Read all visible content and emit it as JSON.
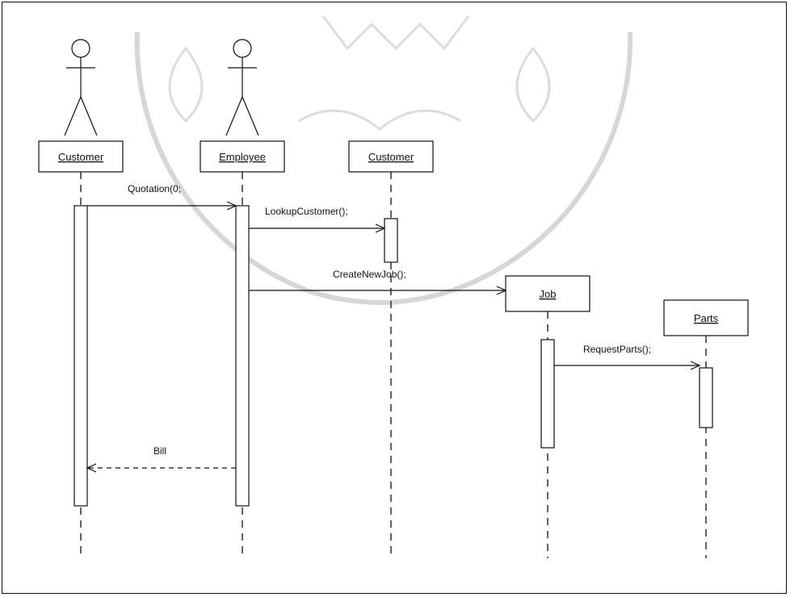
{
  "actors": [
    {
      "id": "customer-actor",
      "label": "Customer"
    },
    {
      "id": "employee-actor",
      "label": "Employee"
    }
  ],
  "objects": [
    {
      "id": "customer-object",
      "label": "Customer"
    },
    {
      "id": "job-object",
      "label": "Job"
    },
    {
      "id": "parts-object",
      "label": "Parts"
    }
  ],
  "messages": [
    {
      "id": "quotation",
      "label": "Quotation(0;",
      "style": "solid"
    },
    {
      "id": "lookup-customer",
      "label": "LookupCustomer();",
      "style": "solid"
    },
    {
      "id": "create-new-job",
      "label": "CreateNewJob();",
      "style": "solid"
    },
    {
      "id": "request-parts",
      "label": "RequestParts();",
      "style": "solid"
    },
    {
      "id": "bill",
      "label": "Bill",
      "style": "dashed"
    }
  ],
  "colors": {
    "line": "#111111",
    "watermark": "#cfcfcf"
  }
}
